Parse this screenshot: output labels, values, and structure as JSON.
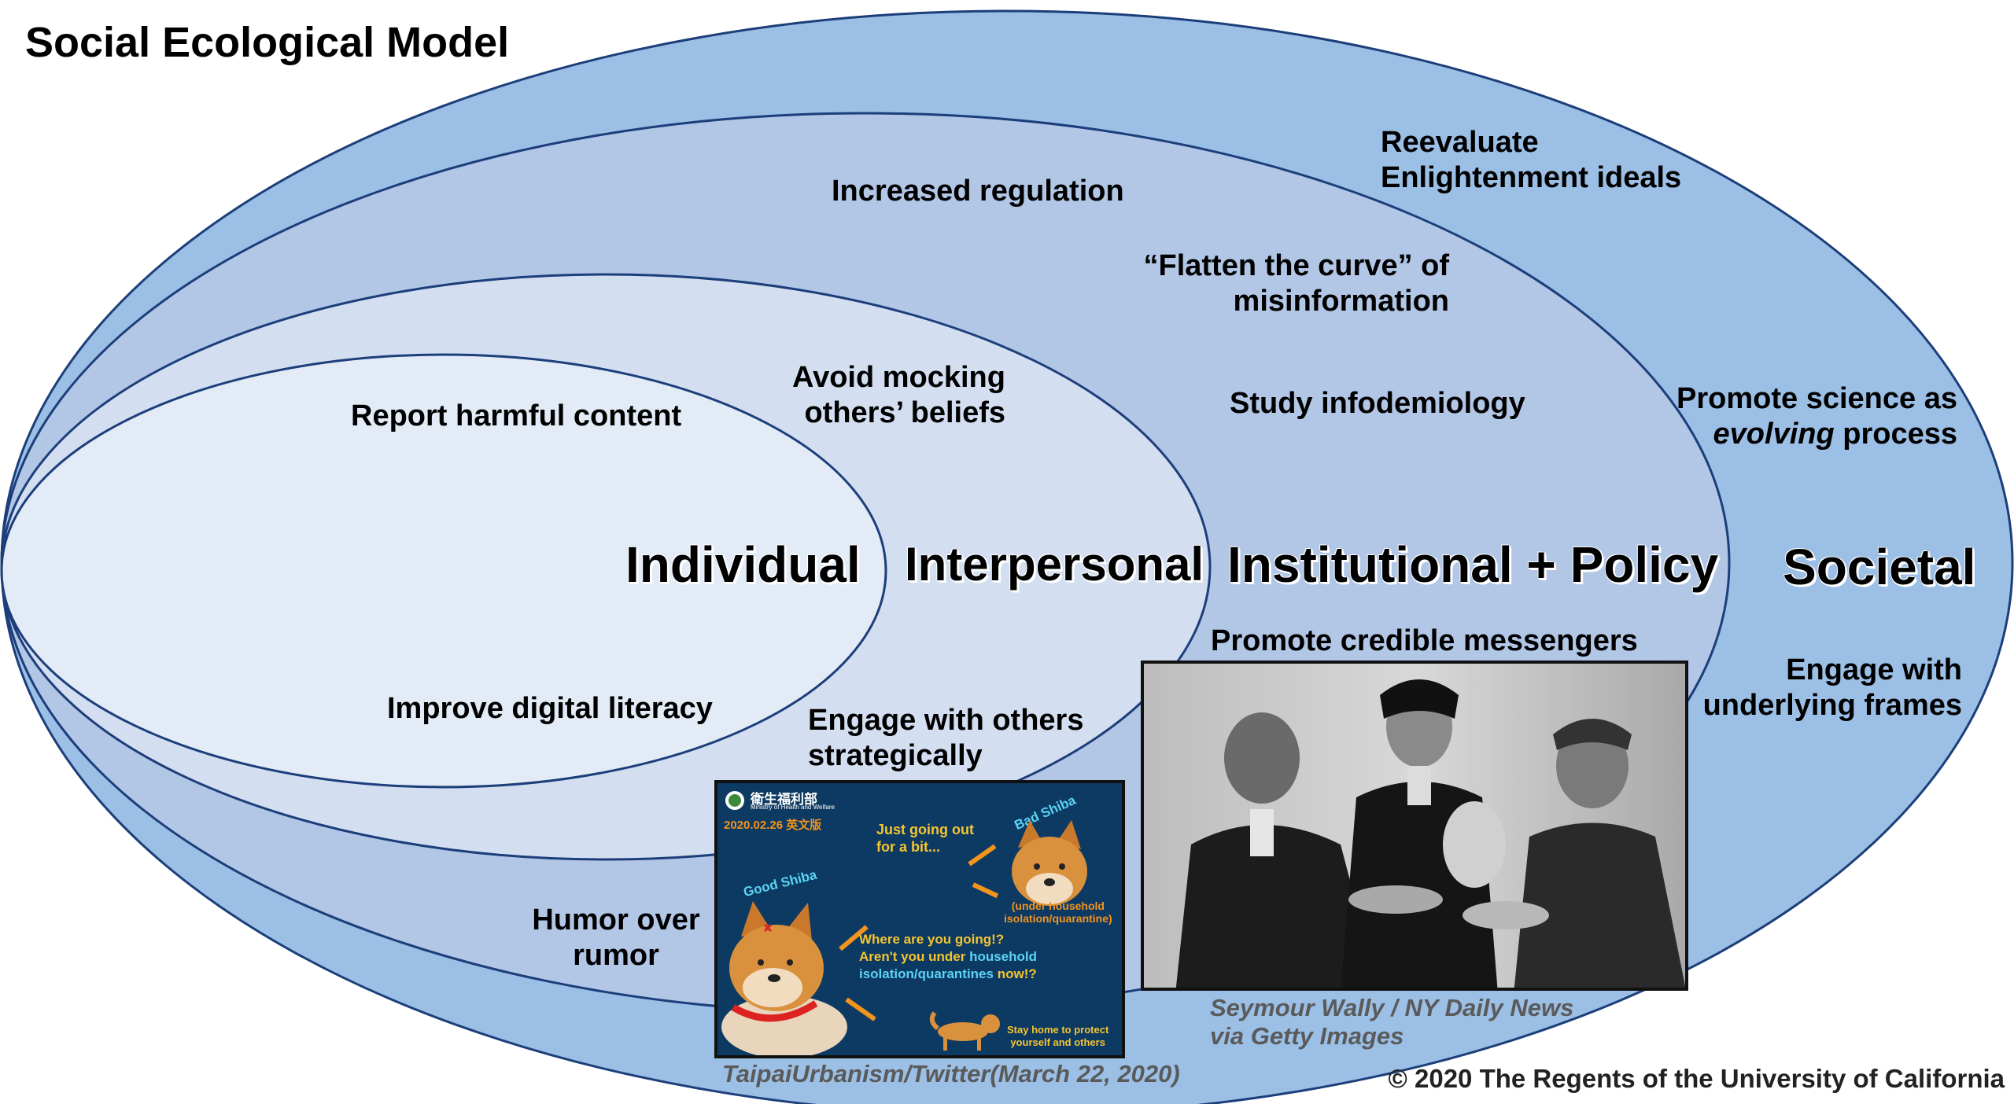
{
  "title": "Social Ecological Model",
  "levels": {
    "individual": "Individual",
    "interpersonal": "Interpersonal",
    "institutional": "Institutional + Policy",
    "societal": "Societal"
  },
  "strategies": {
    "report_harmful": "Report harmful content",
    "improve_literacy": "Improve digital literacy",
    "avoid_mocking_1": "Avoid mocking",
    "avoid_mocking_2": "others’ beliefs",
    "engage_others_1": "Engage with others",
    "engage_others_2": "strategically",
    "humor_1": "Humor over",
    "humor_2": "rumor",
    "increased_regulation": "Increased regulation",
    "flatten_1": "“Flatten the curve” of",
    "flatten_2": "misinformation",
    "study_infodemiology": "Study infodemiology",
    "credible_messengers": "Promote credible messengers",
    "reevaluate_1": "Reevaluate",
    "reevaluate_2": "Enlightenment ideals",
    "promote_science_1": "Promote science as",
    "promote_science_2a": "evolving",
    "promote_science_2b": " process",
    "underlying_1": "Engage with",
    "underlying_2": "underlying frames"
  },
  "poster": {
    "agency_cn": "衛生福利部",
    "agency_en": "Ministry of Health and Welfare",
    "date": "2020.02.26 英文版",
    "bad_speech_1": "Just going out",
    "bad_speech_2": "for a bit...",
    "bad_shiba": "Bad Shiba",
    "good_shiba": "Good Shiba",
    "bad_note_1": "(under household",
    "bad_note_2": "isolation/quarantine)",
    "question_1": "Where are you going!?",
    "question_2a": "Aren't you under ",
    "question_2b": "household",
    "question_3a": "isolation/quarantines",
    "question_3b": " now!?",
    "stay_home_1": "Stay home to protect",
    "stay_home_2": "yourself and others"
  },
  "credits": {
    "poster": "TaipaiUrbanism/Twitter(March 22, 2020)",
    "photo_1": "Seymour Wally / NY Daily News",
    "photo_2": "via Getty Images"
  },
  "copyright": "© 2020 The Regents of the University of California",
  "colors": {
    "societal": "#9bbfe5",
    "institutional": "#b2c6e6",
    "interpersonal": "#d3dff1",
    "individual": "#e2ebf6",
    "stroke": "#1c3e7a"
  }
}
